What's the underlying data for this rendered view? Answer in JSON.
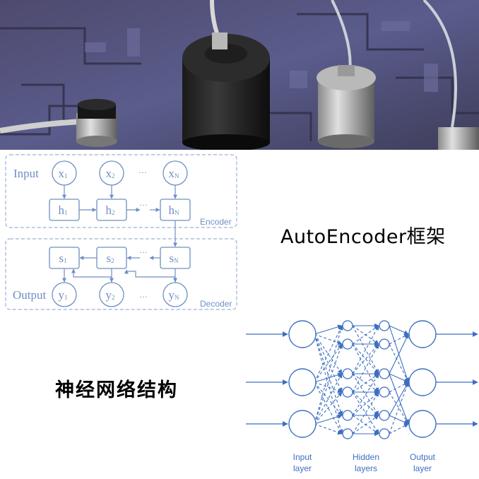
{
  "titles": {
    "autoencoder": "AutoEncoder框架",
    "neural_network": "神经网络结构"
  },
  "encoder_decoder": {
    "input_label": "Input",
    "output_label": "Output",
    "encoder_label": "Encoder",
    "decoder_label": "Decoder",
    "ellipsis": "···",
    "inputs": [
      {
        "base": "x",
        "sub": "1"
      },
      {
        "base": "x",
        "sub": "2"
      },
      {
        "base": "x",
        "sub": "N"
      }
    ],
    "hidden": [
      {
        "base": "h",
        "sub": "1"
      },
      {
        "base": "h",
        "sub": "2"
      },
      {
        "base": "h",
        "sub": "N"
      }
    ],
    "states": [
      {
        "base": "s",
        "sub": "1"
      },
      {
        "base": "s",
        "sub": "2"
      },
      {
        "base": "s",
        "sub": "N"
      }
    ],
    "outputs": [
      {
        "base": "y",
        "sub": "1"
      },
      {
        "base": "y",
        "sub": "2"
      },
      {
        "base": "y",
        "sub": "N"
      }
    ]
  },
  "network": {
    "input_layer": [
      "Input",
      "layer"
    ],
    "hidden_layers": [
      "Hidden",
      "layers"
    ],
    "output_layer": [
      "Output",
      "layer"
    ]
  },
  "colors": {
    "diagram_blue": "#6f8fc4",
    "network_blue": "#3d6fc0",
    "dashed_box": "#9bb0d8"
  }
}
